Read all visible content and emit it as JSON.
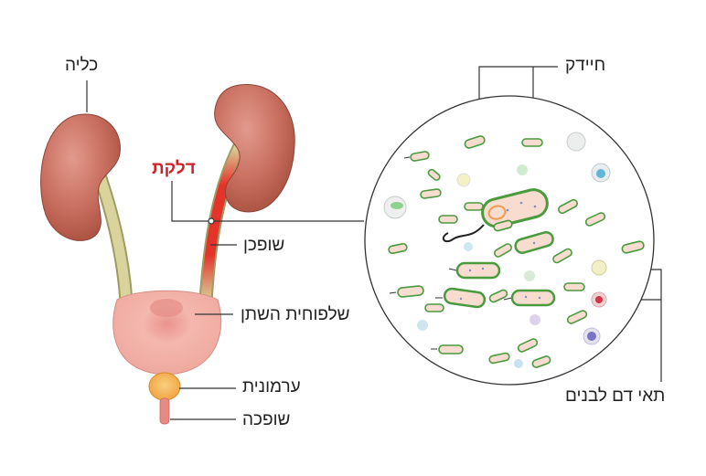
{
  "labels": {
    "kidney": "כליה",
    "inflammation": "דלקת",
    "ureter": "שופכן",
    "bladder": "שלפוחית השתן",
    "prostate": "ערמונית",
    "urethra": "שופכה",
    "bacteria": "חיידק",
    "white_blood_cells": "תאי דם לבנים"
  },
  "colors": {
    "inflammation": "#d0202a",
    "kidney": "#c9695a",
    "ureter": "#d8d39a",
    "bladder": "#f2b3aa",
    "prostate": "#f6b657",
    "bacteria_outline": "#4a9a3e",
    "bacteria_fill": "#f7dccf"
  }
}
